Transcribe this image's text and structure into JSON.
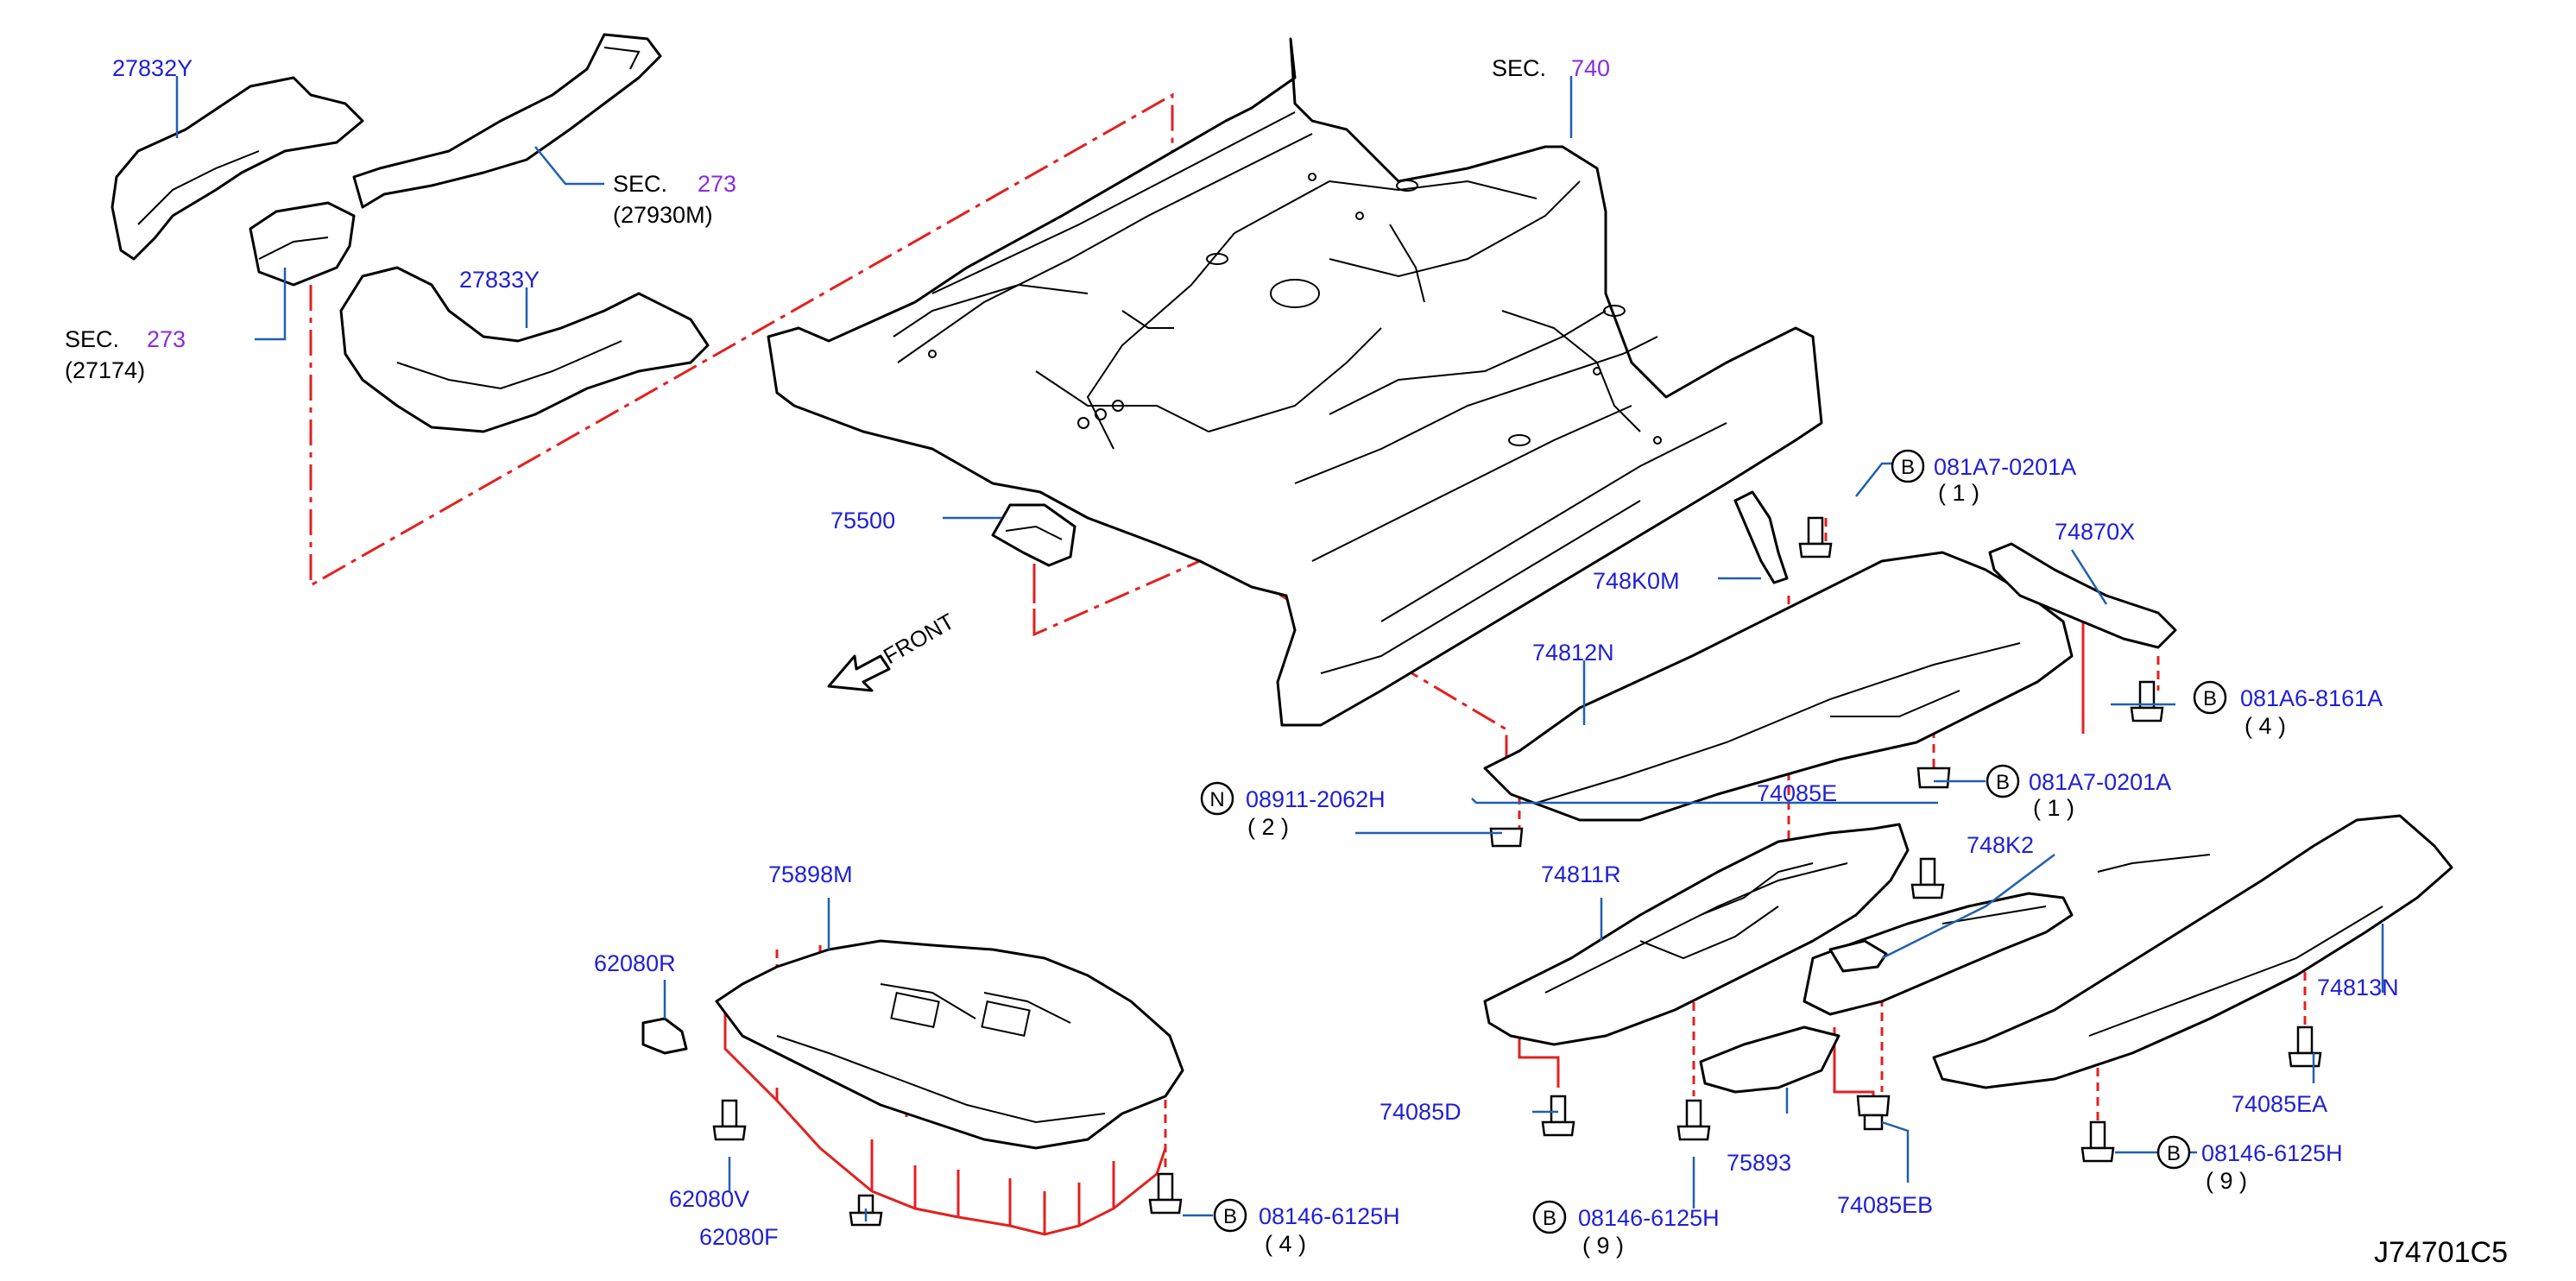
{
  "sections": {
    "sec740": {
      "prefix": "SEC.",
      "num": "740"
    },
    "sec273a": {
      "prefix": "SEC.",
      "num": "273",
      "sub": "(27930M)"
    },
    "sec273b": {
      "prefix": "SEC.",
      "num": "273",
      "sub": "(27174)"
    }
  },
  "parts": {
    "p27832Y": "27832Y",
    "p27833Y": "27833Y",
    "p75500": "75500",
    "p748K0M": "748K0M",
    "p74870X": "74870X",
    "p74812N": "74812N",
    "p74085E": "74085E",
    "p74811R": "74811R",
    "p748K2": "748K2",
    "p75898M": "75898M",
    "p62080R": "62080R",
    "p62080V": "62080V",
    "p62080F": "62080F",
    "p74085D": "74085D",
    "p75893": "75893",
    "p74085EB": "74085EB",
    "p74813N": "74813N",
    "p74085EA": "74085EA"
  },
  "fasteners": {
    "f1": {
      "symbol": "B",
      "code": "081A7-0201A",
      "qty": "( 1 )"
    },
    "f2": {
      "symbol": "B",
      "code": "081A6-8161A",
      "qty": "( 4 )"
    },
    "f3": {
      "symbol": "B",
      "code": "081A7-0201A",
      "qty": "( 1 )"
    },
    "f4": {
      "symbol": "N",
      "code": "08911-2062H",
      "qty": "( 2 )"
    },
    "f5": {
      "symbol": "B",
      "code": "08146-6125H",
      "qty": "( 4 )"
    },
    "f6": {
      "symbol": "B",
      "code": "08146-6125H",
      "qty": "( 9 )"
    },
    "f7": {
      "symbol": "B",
      "code": "08146-6125H",
      "qty": "( 9 )"
    }
  },
  "front_label": "FRONT",
  "diagram_ref": "J74701C5",
  "colors": {
    "part_number": "#1f1fd6",
    "section_number": "#8a2be2",
    "leader": "#1f5fb0",
    "centerline": "#e32020",
    "outline": "#000000"
  }
}
